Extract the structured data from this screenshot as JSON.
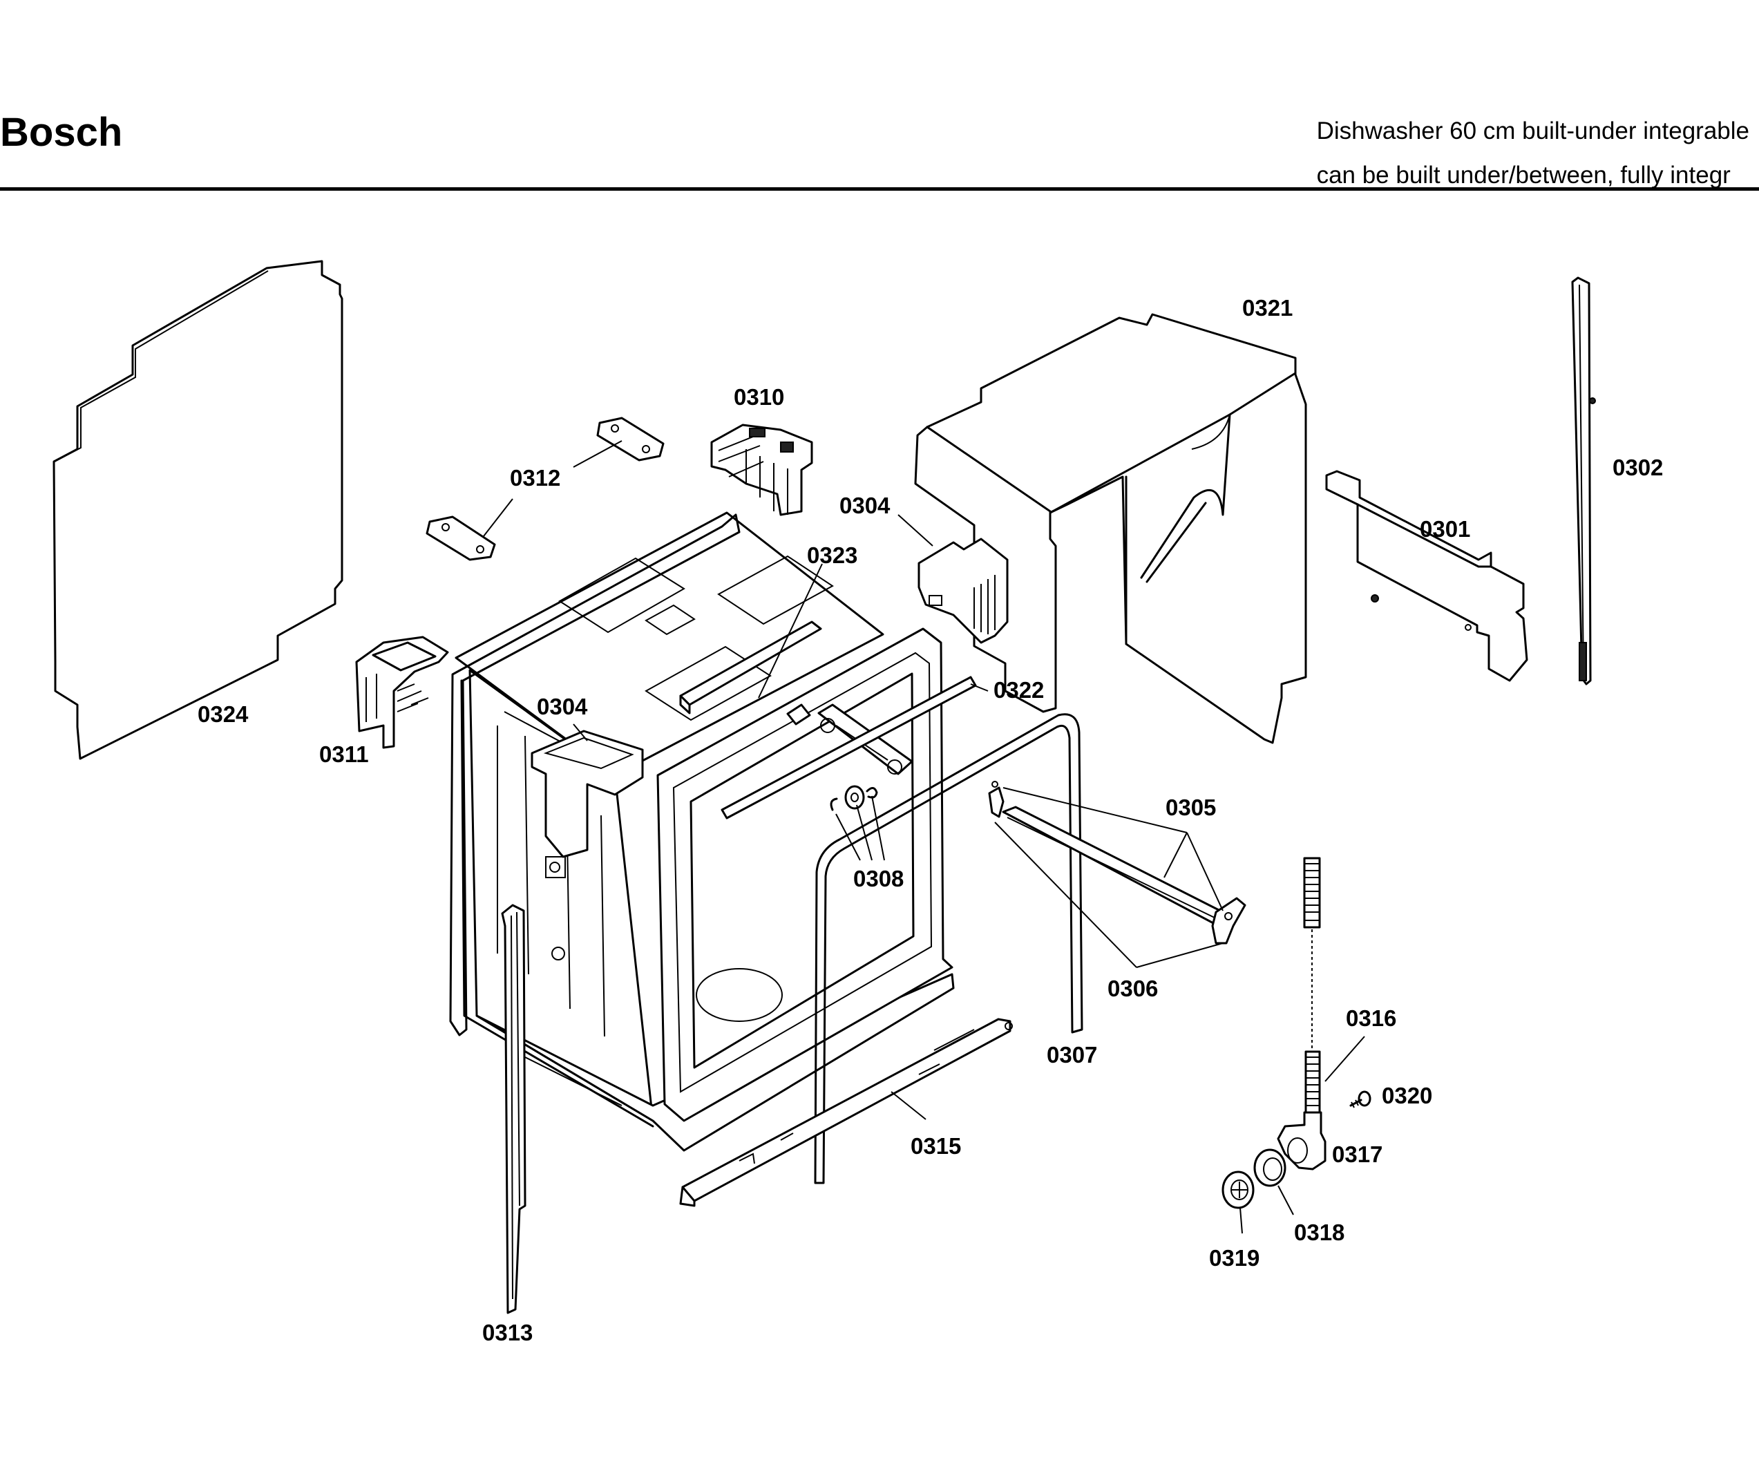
{
  "header": {
    "brand": "Bosch",
    "description_line1": "Dishwasher 60 cm built-under integrable",
    "description_line2": "can be built under/between, fully integr"
  },
  "diagram": {
    "labels": {
      "p0301": "0301",
      "p0302": "0302",
      "p0304a": "0304",
      "p0304b": "0304",
      "p0305": "0305",
      "p0306": "0306",
      "p0307": "0307",
      "p0308": "0308",
      "p0310": "0310",
      "p0311": "0311",
      "p0312": "0312",
      "p0313": "0313",
      "p0315": "0315",
      "p0316": "0316",
      "p0317": "0317",
      "p0318": "0318",
      "p0319": "0319",
      "p0320": "0320",
      "p0321": "0321",
      "p0322": "0322",
      "p0323": "0323",
      "p0324": "0324"
    }
  }
}
